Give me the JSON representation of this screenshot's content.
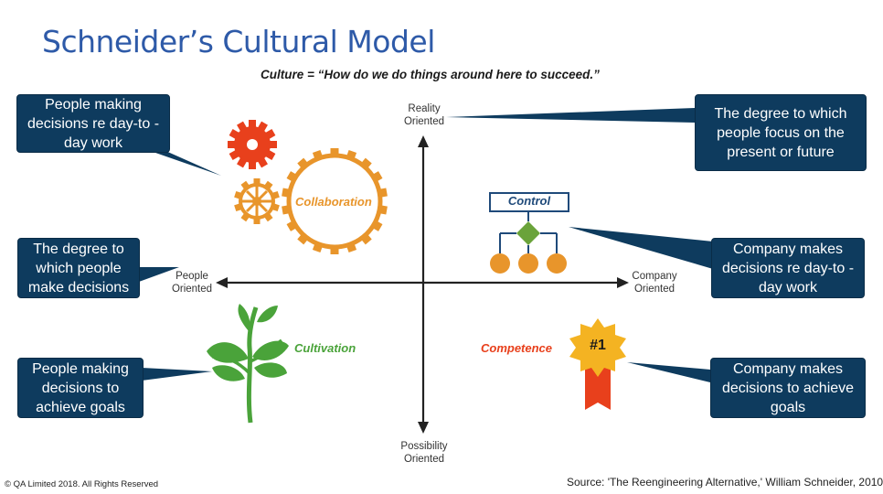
{
  "slide": {
    "title": "Schneider’s Cultural Model",
    "subtitle": "Culture = “How do we do things around here to succeed.”"
  },
  "callouts": {
    "top_left": "People making decisions re day-to -day work",
    "mid_left": "The degree to which people make decisions",
    "bottom_left": "People making decisions to achieve goals",
    "top_right": "The degree to which people focus on the present or future",
    "mid_right": "Company makes decisions re day-to -day work",
    "bottom_right": "Company makes decisions to achieve goals"
  },
  "axes": {
    "top": "Reality Oriented",
    "bottom": "Possibility Oriented",
    "left": "People Oriented",
    "right": "Company Oriented"
  },
  "quadrants": {
    "collaboration": "Collaboration",
    "control": "Control",
    "cultivation": "Cultivation",
    "competence": "Competence",
    "badge": "#1"
  },
  "colors": {
    "callout_bg": "#0e3b5e",
    "title": "#2e5aa8",
    "collaboration": "#e8952b",
    "gear_red": "#e8401c",
    "control": "#1f4a7a",
    "control_diamond": "#6aa33a",
    "control_circles": "#e8952b",
    "cultivation": "#4aa33a",
    "competence": "#e8401c",
    "badge_gold": "#f4b322"
  },
  "footer": {
    "copyright": "© QA Limited 2018. All Rights Reserved",
    "source": "Source: 'The Reengineering Alternative,' William Schneider, 2010"
  }
}
